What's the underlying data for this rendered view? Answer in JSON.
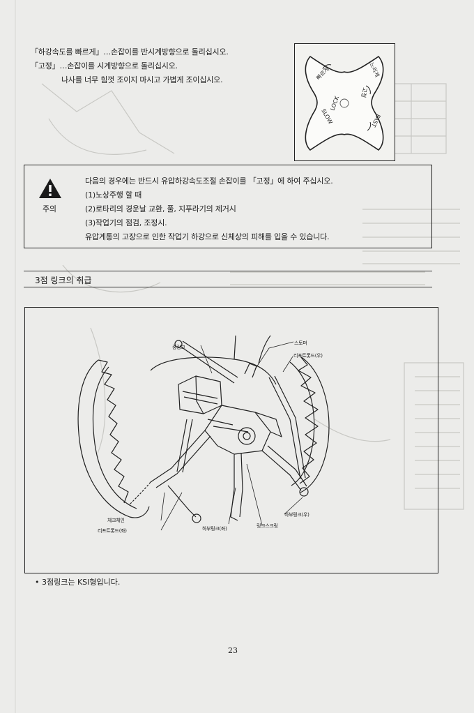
{
  "intro": {
    "line1": "「하강속도를 빠르게」…손잡이를 반시계방향으로 돌리십시오.",
    "line2": "「고정」…손잡이를 시계방향으로 돌리십시오.",
    "line3": "나사를 너무 힘껏 조이지 마시고 가볍게 조이십시오."
  },
  "knob": {
    "fast_kr": "빠르게",
    "slow_kr": "느리게",
    "lock_kr": "고정",
    "lock_en": "LOCK",
    "slow_en": "SLOW",
    "fast_en": "FAST"
  },
  "caution": {
    "label": "주의",
    "line1": "다음의 경우에는 반드시 유압하강속도조절 손잡이를 「고정」에 하여 주십시오.",
    "line2": "(1)노상주행 할 때",
    "line3": "(2)로타리의 경운날 교환, 풀, 지푸라기의 제거시",
    "line4": "(3)작업기의 점검, 조정시.",
    "line5": "유압계통의 고장으로 인한 작업기 하강으로 신체상의 피해를 입을 수 있습니다."
  },
  "section": {
    "title": "3점 링크의 취급"
  },
  "figure": {
    "top_link": "중링크",
    "stopper": "스토퍼",
    "lift_rod_r": "리프트롯드(우)",
    "check_chain": "체크체인",
    "lift_rod_l": "리프트롯드(좌)",
    "lower_link_l": "하부링크(좌)",
    "link_screw": "링크스크링",
    "lower_link_r": "하부링크(우)"
  },
  "note": "• 3점링크는 KSI형입니다.",
  "page_number": "23"
}
